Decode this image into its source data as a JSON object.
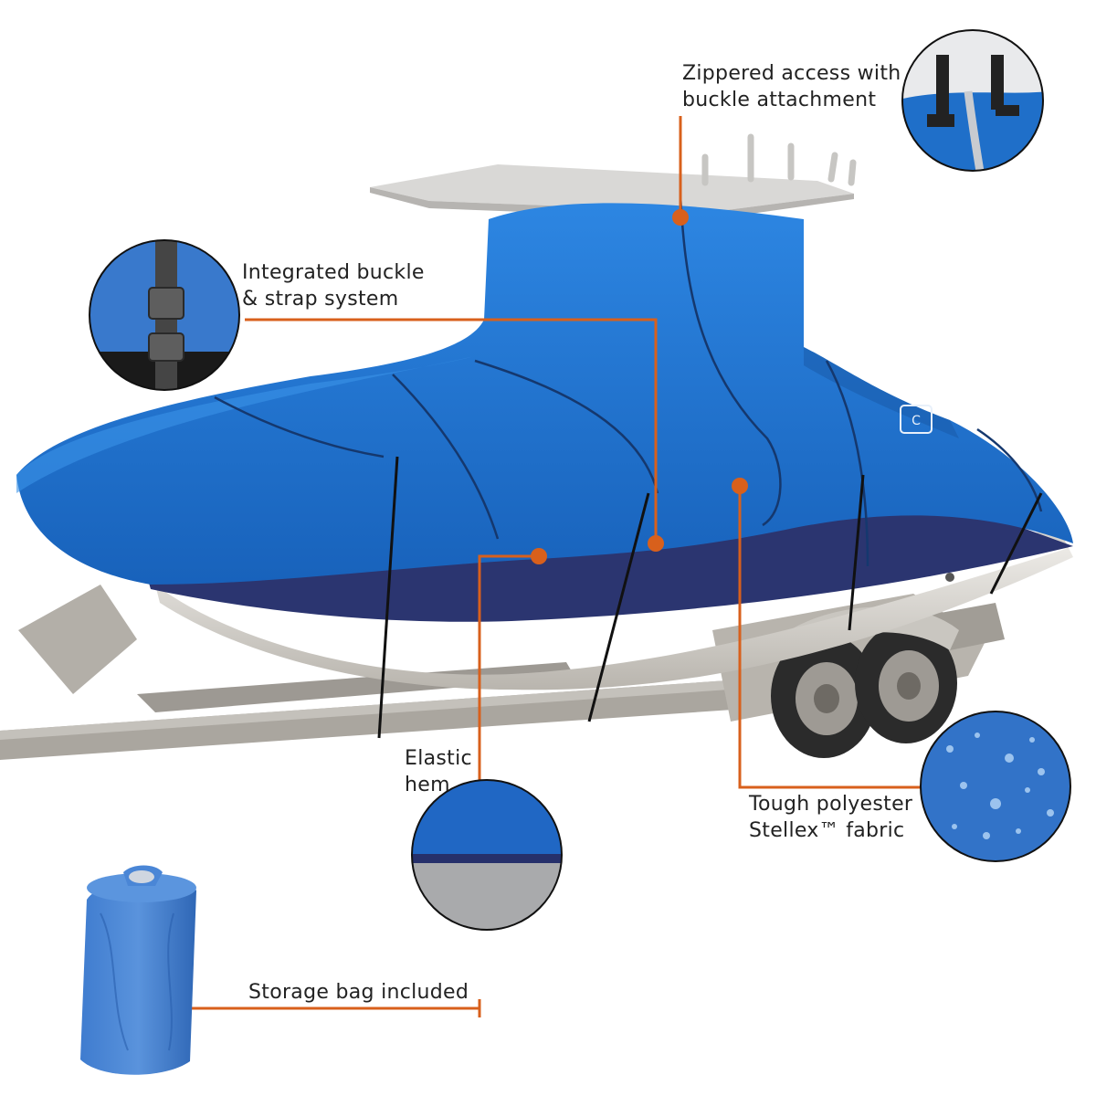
{
  "callouts": {
    "zippered_access": "Zippered access with\nbuckle attachment",
    "buckle_strap": "Integrated buckle\n& strap system",
    "elastic_hem": "Elastic\nhem",
    "fabric": "Tough polyester\nStellex™ fabric",
    "storage_bag": "Storage bag included"
  },
  "colors": {
    "cover_blue": "#1f6fc9",
    "hull_navy": "#2b3570",
    "callout_orange": "#d8601c",
    "trailer_gray": "#a3a09a"
  },
  "icons": {
    "brand_logo": "classic-accessories-logo"
  }
}
